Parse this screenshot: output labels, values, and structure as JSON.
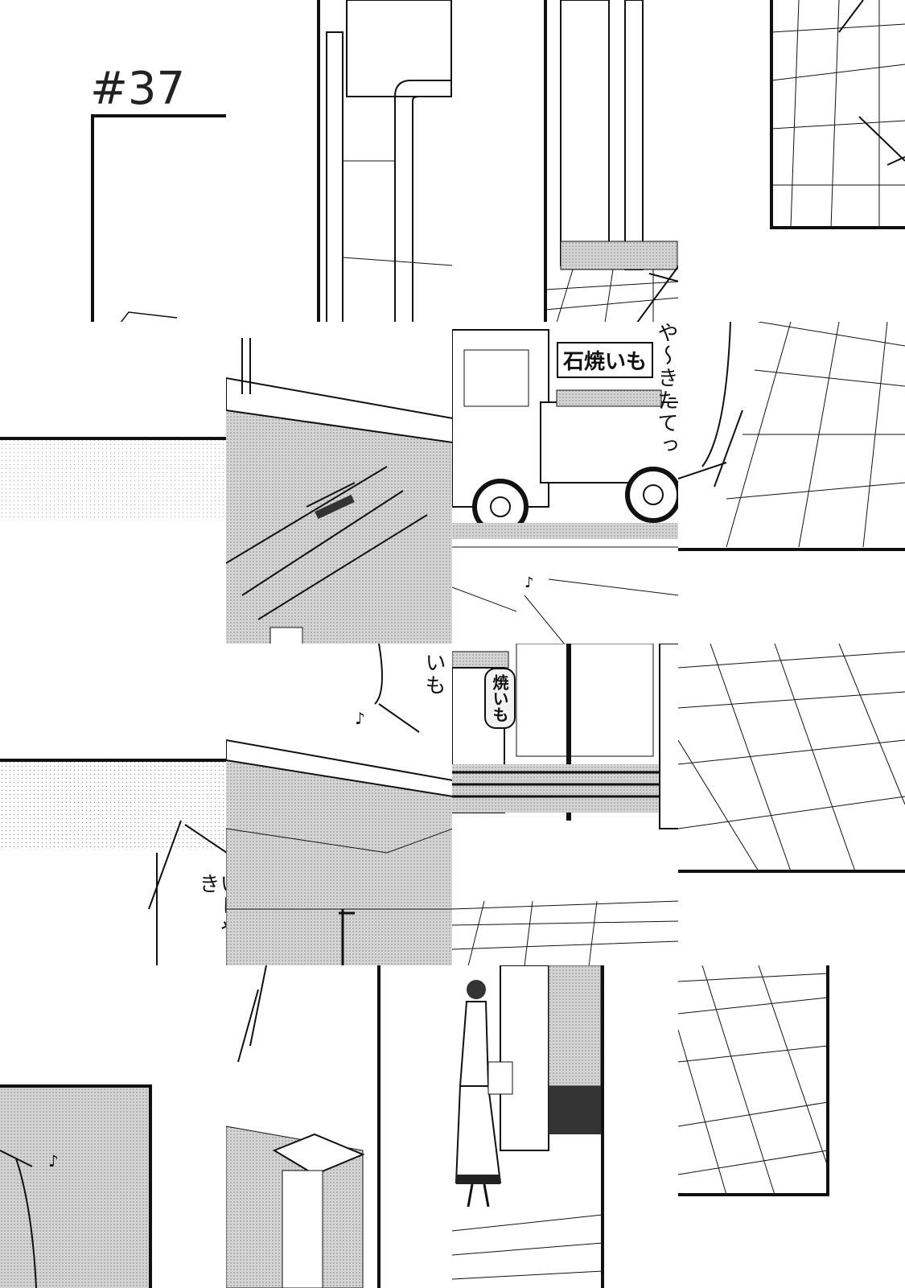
{
  "page": {
    "chapter_number": "#37",
    "truck_sign": "石焼いも",
    "speech_yakitate": "や〜きたてっ",
    "speech_ishiyaki": "いしや〜き",
    "speech_imo": "いも",
    "lantern_text": "焼いも",
    "music_note": "♪"
  },
  "colors": {
    "ink": "#111111",
    "screentone": "#c8c8c8",
    "paper": "#ffffff"
  }
}
